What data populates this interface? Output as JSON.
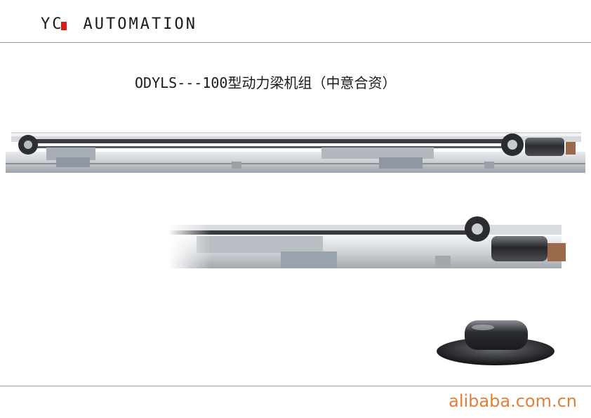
{
  "header": {
    "brand_prefix": "YC",
    "brand_name": "AUTOMATION",
    "accent_color": "#d81a1a"
  },
  "product": {
    "title": "ODYLS---100型动力梁机组（中意合资）"
  },
  "images": [
    {
      "name": "full-operator-beam",
      "icon": "door-operator-photo"
    },
    {
      "name": "motor-closeup",
      "icon": "motor-photo"
    },
    {
      "name": "motion-sensor",
      "icon": "sensor-photo"
    }
  ],
  "footer": {
    "watermark": "alibaba.com.cn",
    "watermark_color": "#e0803a"
  }
}
